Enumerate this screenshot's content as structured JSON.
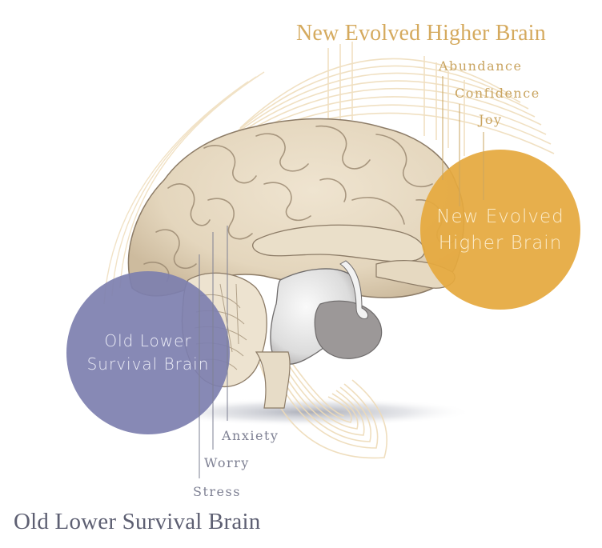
{
  "new_brain": {
    "title": "New Evolved Higher Brain",
    "circle_label_line1": "New Evolved",
    "circle_label_line2": "Higher Brain",
    "states": [
      "Abundance",
      "Confidence",
      "Joy"
    ],
    "color": "#E5A93E"
  },
  "old_brain": {
    "title": "Old Lower Survival Brain",
    "circle_label_line1": "Old Lower",
    "circle_label_line2": "Survival Brain",
    "states": [
      "Anxiety",
      "Worry",
      "Stress"
    ],
    "color": "#7D7FAF"
  },
  "illustration": {
    "subject": "brain-sagittal-illustration",
    "brain_color": "#E8DCC6",
    "arc_color": "#EEDBB8"
  }
}
